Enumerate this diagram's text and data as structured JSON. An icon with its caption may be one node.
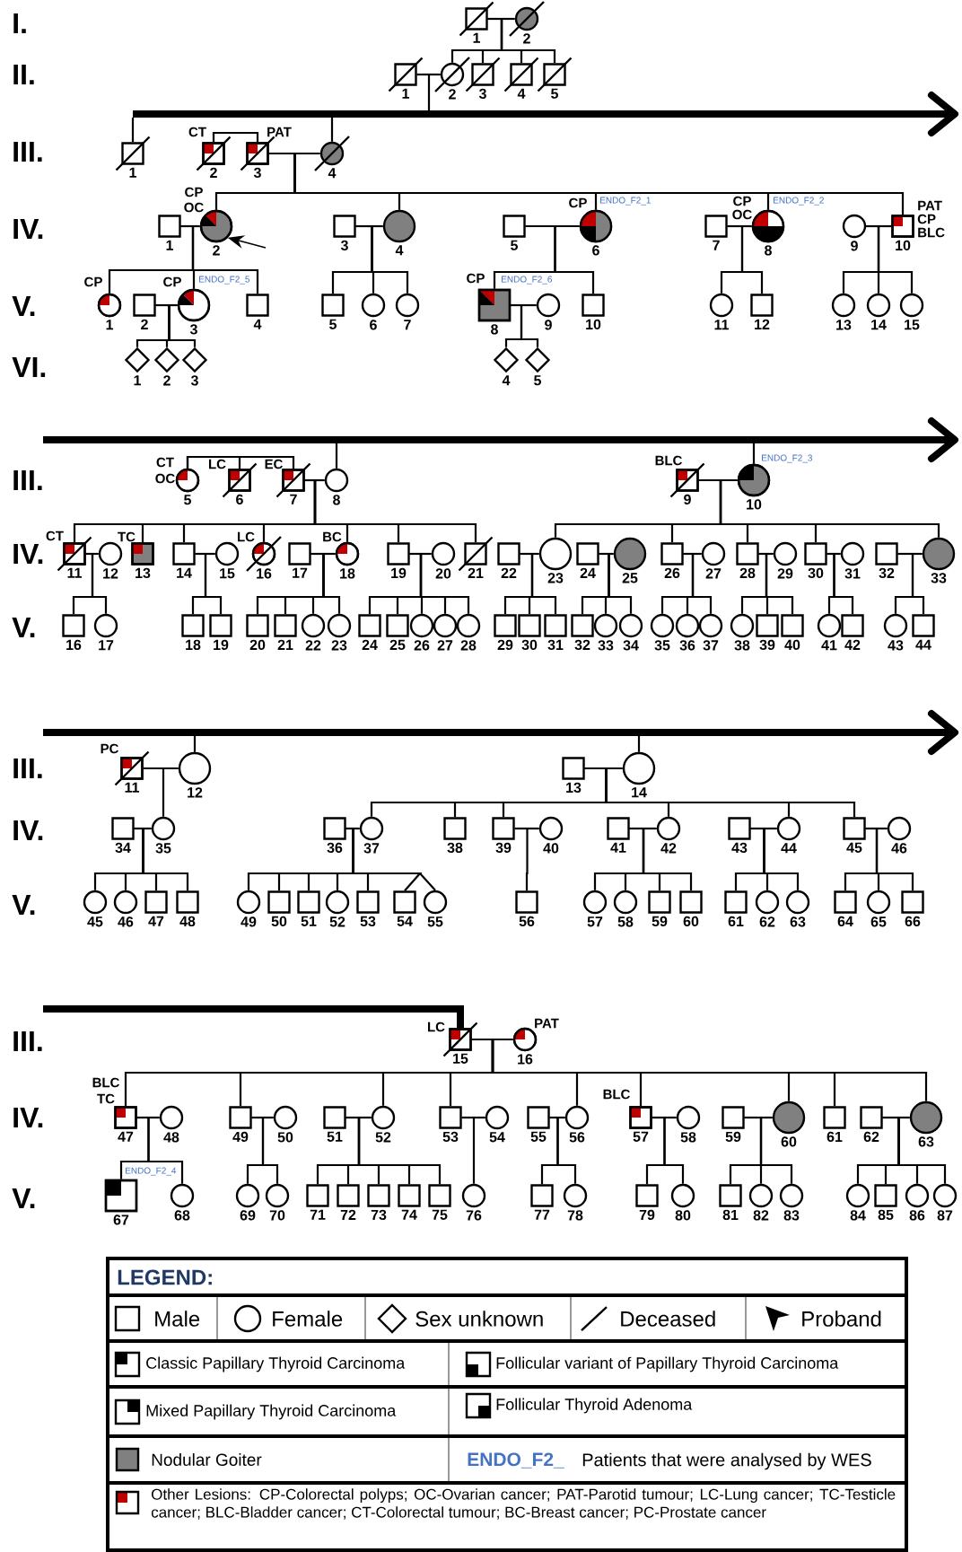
{
  "diagram": {
    "nodes": [
      {
        "text": [],
        "shape": "box",
        "beside": [
          "1"
        ]
      },
      {
        "text": [],
        "shape": "circle",
        "beside": [
          "2"
        ]
      },
      {
        "text": [],
        "shape": "box",
        "beside": [
          "1"
        ]
      },
      {
        "text": [],
        "shape": "circle",
        "beside": [
          "2"
        ]
      },
      {
        "text": [],
        "shape": "box",
        "beside": [
          "3"
        ]
      },
      {
        "text": [],
        "shape": "box",
        "beside": [
          "4"
        ]
      },
      {
        "text": [],
        "shape": "box",
        "beside": [
          "5"
        ]
      },
      {
        "text": [],
        "shape": "bar"
      },
      {
        "text": [],
        "shape": "box",
        "beside": [
          "1"
        ]
      },
      {
        "text": [],
        "shape": "box",
        "beside": [
          "2",
          "CT"
        ]
      },
      {
        "text": [],
        "shape": "box",
        "beside": [
          "3",
          "PAT"
        ]
      },
      {
        "text": [],
        "shape": "circle",
        "beside": [
          "4"
        ]
      },
      {
        "text": [],
        "shape": "box",
        "beside": [
          "1"
        ]
      },
      {
        "text": [],
        "shape": "circle",
        "beside": [
          "2",
          "CP",
          "OC"
        ]
      },
      {
        "text": [],
        "shape": "box",
        "beside": [
          "3"
        ]
      },
      {
        "text": [],
        "shape": "circle",
        "beside": [
          "4"
        ]
      },
      {
        "text": [],
        "shape": "box",
        "beside": [
          "5"
        ]
      },
      {
        "text": [],
        "shape": "circle",
        "beside": [
          "6",
          "CP",
          "ENDO_F2_1"
        ]
      },
      {
        "text": [],
        "shape": "box",
        "beside": [
          "7"
        ]
      },
      {
        "text": [],
        "shape": "circle",
        "beside": [
          "8",
          "CP",
          "OC",
          "ENDO_F2_2"
        ]
      },
      {
        "text": [],
        "shape": "circle",
        "beside": [
          "9"
        ]
      },
      {
        "text": [],
        "shape": "box",
        "beside": [
          "10",
          "PAT",
          "CP",
          "BLC"
        ]
      },
      {
        "text": [],
        "shape": "circle",
        "beside": [
          "1",
          "CP"
        ]
      },
      {
        "text": [],
        "shape": "box",
        "beside": [
          "2"
        ]
      },
      {
        "text": [],
        "shape": "circle",
        "beside": [
          "3",
          "CP",
          "ENDO_F2_5"
        ]
      },
      {
        "text": [],
        "shape": "box",
        "beside": [
          "4"
        ]
      },
      {
        "text": [],
        "shape": "box",
        "beside": [
          "5"
        ]
      },
      {
        "text": [],
        "shape": "circle",
        "beside": [
          "6"
        ]
      },
      {
        "text": [],
        "shape": "circle",
        "beside": [
          "7"
        ]
      },
      {
        "text": [],
        "shape": "box",
        "beside": [
          "8",
          "CP",
          "ENDO_F2_6"
        ]
      },
      {
        "text": [],
        "shape": "circle",
        "beside": [
          "9"
        ]
      },
      {
        "text": [],
        "shape": "box",
        "beside": [
          "10"
        ]
      },
      {
        "text": [],
        "shape": "circle",
        "beside": [
          "11"
        ]
      },
      {
        "text": [],
        "shape": "box",
        "beside": [
          "12"
        ]
      },
      {
        "text": [],
        "shape": "circle",
        "beside": [
          "13"
        ]
      },
      {
        "text": [],
        "shape": "circle",
        "beside": [
          "14"
        ]
      },
      {
        "text": [],
        "shape": "circle",
        "beside": [
          "15"
        ]
      },
      {
        "text": [],
        "shape": "diamond",
        "beside": [
          "1"
        ]
      },
      {
        "text": [],
        "shape": "diamond",
        "beside": [
          "2"
        ]
      },
      {
        "text": [],
        "shape": "diamond",
        "beside": [
          "3"
        ]
      },
      {
        "text": [],
        "shape": "diamond",
        "beside": [
          "4"
        ]
      },
      {
        "text": [],
        "shape": "diamond",
        "beside": [
          "5"
        ]
      },
      {
        "text": [],
        "shape": "bar"
      },
      {
        "text": [],
        "shape": "circle",
        "beside": [
          "5",
          "CT",
          "OC"
        ]
      },
      {
        "text": [],
        "shape": "box",
        "beside": [
          "6",
          "LC"
        ]
      },
      {
        "text": [],
        "shape": "box",
        "beside": [
          "7",
          "EC"
        ]
      },
      {
        "text": [],
        "shape": "circle",
        "beside": [
          "8"
        ]
      },
      {
        "text": [],
        "shape": "box",
        "beside": [
          "9",
          "BLC"
        ]
      },
      {
        "text": [],
        "shape": "circle",
        "beside": [
          "10",
          "ENDO_F2_3"
        ]
      },
      {
        "text": [],
        "shape": "box",
        "beside": [
          "11",
          "CT"
        ]
      },
      {
        "text": [],
        "shape": "circle",
        "beside": [
          "12"
        ]
      },
      {
        "text": [],
        "shape": "box",
        "beside": [
          "13",
          "TC"
        ]
      },
      {
        "text": [],
        "shape": "box",
        "beside": [
          "14"
        ]
      },
      {
        "text": [],
        "shape": "circle",
        "beside": [
          "15"
        ]
      },
      {
        "text": [],
        "shape": "circle",
        "beside": [
          "16",
          "LC"
        ]
      },
      {
        "text": [],
        "shape": "box",
        "beside": [
          "17"
        ]
      },
      {
        "text": [],
        "shape": "circle",
        "beside": [
          "18",
          "BC"
        ]
      },
      {
        "text": [],
        "shape": "box",
        "beside": [
          "19"
        ]
      },
      {
        "text": [],
        "shape": "circle",
        "beside": [
          "20"
        ]
      },
      {
        "text": [],
        "shape": "box",
        "beside": [
          "21"
        ]
      },
      {
        "text": [],
        "shape": "box",
        "beside": [
          "22"
        ]
      },
      {
        "text": [],
        "shape": "circle",
        "beside": [
          "23"
        ]
      },
      {
        "text": [],
        "shape": "box",
        "beside": [
          "24"
        ]
      },
      {
        "text": [],
        "shape": "circle",
        "beside": [
          "25"
        ]
      },
      {
        "text": [],
        "shape": "box",
        "beside": [
          "26"
        ]
      },
      {
        "text": [],
        "shape": "circle",
        "beside": [
          "27"
        ]
      },
      {
        "text": [],
        "shape": "box",
        "beside": [
          "28"
        ]
      },
      {
        "text": [],
        "shape": "circle",
        "beside": [
          "29"
        ]
      },
      {
        "text": [],
        "shape": "box",
        "beside": [
          "30"
        ]
      },
      {
        "text": [],
        "shape": "circle",
        "beside": [
          "31"
        ]
      },
      {
        "text": [],
        "shape": "box",
        "beside": [
          "32"
        ]
      },
      {
        "text": [],
        "shape": "circle",
        "beside": [
          "33"
        ]
      },
      {
        "text": [],
        "shape": "box",
        "beside": [
          "16"
        ]
      },
      {
        "text": [],
        "shape": "circle",
        "beside": [
          "17"
        ]
      },
      {
        "text": [],
        "shape": "box",
        "beside": [
          "18"
        ]
      },
      {
        "text": [],
        "shape": "box",
        "beside": [
          "19"
        ]
      },
      {
        "text": [],
        "shape": "box",
        "beside": [
          "20"
        ]
      },
      {
        "text": [],
        "shape": "box",
        "beside": [
          "21"
        ]
      },
      {
        "text": [],
        "shape": "circle",
        "beside": [
          "22"
        ]
      },
      {
        "text": [],
        "shape": "circle",
        "beside": [
          "23"
        ]
      },
      {
        "text": [],
        "shape": "box",
        "beside": [
          "24"
        ]
      },
      {
        "text": [],
        "shape": "box",
        "beside": [
          "25"
        ]
      },
      {
        "text": [],
        "shape": "circle",
        "beside": [
          "26"
        ]
      },
      {
        "text": [],
        "shape": "circle",
        "beside": [
          "27"
        ]
      },
      {
        "text": [],
        "shape": "circle",
        "beside": [
          "28"
        ]
      },
      {
        "text": [],
        "shape": "box",
        "beside": [
          "29"
        ]
      },
      {
        "text": [],
        "shape": "box",
        "beside": [
          "30"
        ]
      },
      {
        "text": [],
        "shape": "box",
        "beside": [
          "31"
        ]
      },
      {
        "text": [],
        "shape": "box",
        "beside": [
          "32"
        ]
      },
      {
        "text": [],
        "shape": "circle",
        "beside": [
          "33"
        ]
      },
      {
        "text": [],
        "shape": "circle",
        "beside": [
          "34"
        ]
      },
      {
        "text": [],
        "shape": "circle",
        "beside": [
          "35"
        ]
      },
      {
        "text": [],
        "shape": "circle",
        "beside": [
          "36"
        ]
      },
      {
        "text": [],
        "shape": "circle",
        "beside": [
          "37"
        ]
      },
      {
        "text": [],
        "shape": "circle",
        "beside": [
          "38"
        ]
      },
      {
        "text": [],
        "shape": "box",
        "beside": [
          "39"
        ]
      },
      {
        "text": [],
        "shape": "box",
        "beside": [
          "40"
        ]
      },
      {
        "text": [],
        "shape": "circle",
        "beside": [
          "41"
        ]
      },
      {
        "text": [],
        "shape": "box",
        "beside": [
          "42"
        ]
      },
      {
        "text": [],
        "shape": "circle",
        "beside": [
          "43"
        ]
      },
      {
        "text": [],
        "shape": "box",
        "beside": [
          "44"
        ]
      },
      {
        "text": [],
        "shape": "bar"
      },
      {
        "text": [],
        "shape": "box",
        "beside": [
          "11",
          "PC"
        ]
      },
      {
        "text": [],
        "shape": "circle",
        "beside": [
          "12"
        ]
      },
      {
        "text": [],
        "shape": "box",
        "beside": [
          "13"
        ]
      },
      {
        "text": [],
        "shape": "circle",
        "beside": [
          "14"
        ]
      },
      {
        "text": [],
        "shape": "box",
        "beside": [
          "34"
        ]
      },
      {
        "text": [],
        "shape": "circle",
        "beside": [
          "35"
        ]
      },
      {
        "text": [],
        "shape": "box",
        "beside": [
          "36"
        ]
      },
      {
        "text": [],
        "shape": "circle",
        "beside": [
          "37"
        ]
      },
      {
        "text": [],
        "shape": "box",
        "beside": [
          "38"
        ]
      },
      {
        "text": [],
        "shape": "box",
        "beside": [
          "39"
        ]
      },
      {
        "text": [],
        "shape": "circle",
        "beside": [
          "40"
        ]
      },
      {
        "text": [],
        "shape": "box",
        "beside": [
          "41"
        ]
      },
      {
        "text": [],
        "shape": "circle",
        "beside": [
          "42"
        ]
      },
      {
        "text": [],
        "shape": "box",
        "beside": [
          "43"
        ]
      },
      {
        "text": [],
        "shape": "circle",
        "beside": [
          "44"
        ]
      },
      {
        "text": [],
        "shape": "box",
        "beside": [
          "45"
        ]
      },
      {
        "text": [],
        "shape": "circle",
        "beside": [
          "46"
        ]
      },
      {
        "text": [],
        "shape": "circle",
        "beside": [
          "45"
        ]
      },
      {
        "text": [],
        "shape": "circle",
        "beside": [
          "46"
        ]
      },
      {
        "text": [],
        "shape": "box",
        "beside": [
          "47"
        ]
      },
      {
        "text": [],
        "shape": "box",
        "beside": [
          "48"
        ]
      },
      {
        "text": [],
        "shape": "circle",
        "beside": [
          "49"
        ]
      },
      {
        "text": [],
        "shape": "box",
        "beside": [
          "50"
        ]
      },
      {
        "text": [],
        "shape": "box",
        "beside": [
          "51"
        ]
      },
      {
        "text": [],
        "shape": "circle",
        "beside": [
          "52"
        ]
      },
      {
        "text": [],
        "shape": "box",
        "beside": [
          "53"
        ]
      },
      {
        "text": [],
        "shape": "box",
        "beside": [
          "54"
        ]
      },
      {
        "text": [],
        "shape": "circle",
        "beside": [
          "55"
        ]
      },
      {
        "text": [],
        "shape": "box",
        "beside": [
          "56"
        ]
      },
      {
        "text": [],
        "shape": "circle",
        "beside": [
          "57"
        ]
      },
      {
        "text": [],
        "shape": "circle",
        "beside": [
          "58"
        ]
      },
      {
        "text": [],
        "shape": "box",
        "beside": [
          "59"
        ]
      },
      {
        "text": [],
        "shape": "box",
        "beside": [
          "60"
        ]
      },
      {
        "text": [],
        "shape": "box",
        "beside": [
          "61"
        ]
      },
      {
        "text": [],
        "shape": "circle",
        "beside": [
          "62"
        ]
      },
      {
        "text": [],
        "shape": "circle",
        "beside": [
          "63"
        ]
      },
      {
        "text": [],
        "shape": "box",
        "beside": [
          "64"
        ]
      },
      {
        "text": [],
        "shape": "circle",
        "beside": [
          "65"
        ]
      },
      {
        "text": [],
        "shape": "box",
        "beside": [
          "66"
        ]
      },
      {
        "text": [],
        "shape": "bar"
      },
      {
        "text": [],
        "shape": "box",
        "beside": [
          "15",
          "LC"
        ]
      },
      {
        "text": [],
        "shape": "circle",
        "beside": [
          "16",
          "PAT"
        ]
      },
      {
        "text": [],
        "shape": "box",
        "beside": [
          "47",
          "BLC",
          "TC"
        ]
      },
      {
        "text": [],
        "shape": "circle",
        "beside": [
          "48"
        ]
      },
      {
        "text": [],
        "shape": "box",
        "beside": [
          "49"
        ]
      },
      {
        "text": [],
        "shape": "circle",
        "beside": [
          "50"
        ]
      },
      {
        "text": [],
        "shape": "box",
        "beside": [
          "51"
        ]
      },
      {
        "text": [],
        "shape": "circle",
        "beside": [
          "52"
        ]
      },
      {
        "text": [],
        "shape": "box",
        "beside": [
          "53"
        ]
      },
      {
        "text": [],
        "shape": "circle",
        "beside": [
          "54"
        ]
      },
      {
        "text": [],
        "shape": "box",
        "beside": [
          "55"
        ]
      },
      {
        "text": [],
        "shape": "circle",
        "beside": [
          "56"
        ]
      },
      {
        "text": [],
        "shape": "box",
        "beside": [
          "57",
          "BLC"
        ]
      },
      {
        "text": [],
        "shape": "circle",
        "beside": [
          "58"
        ]
      },
      {
        "text": [],
        "shape": "box",
        "beside": [
          "59"
        ]
      },
      {
        "text": [],
        "shape": "circle",
        "beside": [
          "60"
        ]
      },
      {
        "text": [],
        "shape": "box",
        "beside": [
          "61"
        ]
      },
      {
        "text": [],
        "shape": "box",
        "beside": [
          "62"
        ]
      },
      {
        "text": [],
        "shape": "circle",
        "beside": [
          "63"
        ]
      },
      {
        "text": [],
        "shape": "box",
        "beside": [
          "67",
          "ENDO_F2_4"
        ]
      },
      {
        "text": [],
        "shape": "circle",
        "beside": [
          "68"
        ]
      },
      {
        "text": [],
        "shape": "circle",
        "beside": [
          "69"
        ]
      },
      {
        "text": [],
        "shape": "circle",
        "beside": [
          "70"
        ]
      },
      {
        "text": [],
        "shape": "box",
        "beside": [
          "71"
        ]
      },
      {
        "text": [],
        "shape": "box",
        "beside": [
          "72"
        ]
      },
      {
        "text": [],
        "shape": "box",
        "beside": [
          "73"
        ]
      },
      {
        "text": [],
        "shape": "box",
        "beside": [
          "74"
        ]
      },
      {
        "text": [],
        "shape": "box",
        "beside": [
          "75"
        ]
      },
      {
        "text": [],
        "shape": "circle",
        "beside": [
          "76"
        ]
      },
      {
        "text": [],
        "shape": "box",
        "beside": [
          "77"
        ]
      },
      {
        "text": [],
        "shape": "circle",
        "beside": [
          "78"
        ]
      },
      {
        "text": [],
        "shape": "box",
        "beside": [
          "79"
        ]
      },
      {
        "text": [],
        "shape": "circle",
        "beside": [
          "80"
        ]
      },
      {
        "text": [],
        "shape": "box",
        "beside": [
          "81"
        ]
      },
      {
        "text": [],
        "shape": "circle",
        "beside": [
          "82"
        ]
      },
      {
        "text": [],
        "shape": "circle",
        "beside": [
          "83"
        ]
      },
      {
        "text": [],
        "shape": "circle",
        "beside": [
          "84"
        ]
      },
      {
        "text": [],
        "shape": "box",
        "beside": [
          "85"
        ]
      },
      {
        "text": [],
        "shape": "circle",
        "beside": [
          "86"
        ]
      },
      {
        "text": [],
        "shape": "circle",
        "beside": [
          "87"
        ]
      }
    ],
    "edges": [
      {
        "from": 0,
        "to": 1,
        "arrow": "none"
      },
      {
        "from": 0,
        "to": 3,
        "arrow": "none"
      },
      {
        "from": 0,
        "to": 4,
        "arrow": "none"
      },
      {
        "from": 0,
        "to": 5,
        "arrow": "none"
      },
      {
        "from": 0,
        "to": 6,
        "arrow": "none"
      },
      {
        "from": 2,
        "to": 3,
        "arrow": "none"
      },
      {
        "from": 2,
        "to": 7,
        "arrow": "none"
      },
      {
        "from": 7,
        "to": 8,
        "arrow": "none"
      },
      {
        "from": 7,
        "to": 11,
        "arrow": "none"
      },
      {
        "from": 9,
        "to": 10,
        "arrow": "none"
      },
      {
        "from": 10,
        "to": 11,
        "arrow": "none"
      },
      {
        "from": 10,
        "to": 13,
        "arrow": "none"
      },
      {
        "from": 10,
        "to": 15,
        "arrow": "none"
      },
      {
        "from": 10,
        "to": 17,
        "arrow": "none"
      },
      {
        "from": 10,
        "to": 19,
        "arrow": "none"
      },
      {
        "from": 10,
        "to": 21,
        "arrow": "none"
      },
      {
        "from": 12,
        "to": 13,
        "arrow": "none"
      },
      {
        "from": 12,
        "to": 22,
        "arrow": "none"
      },
      {
        "from": 12,
        "to": 24,
        "arrow": "none"
      },
      {
        "from": 12,
        "to": 25,
        "arrow": "none"
      },
      {
        "from": 14,
        "to": 15,
        "arrow": "none"
      },
      {
        "from": 14,
        "to": 26,
        "arrow": "none"
      },
      {
        "from": 14,
        "to": 27,
        "arrow": "none"
      },
      {
        "from": 14,
        "to": 28,
        "arrow": "none"
      },
      {
        "from": 16,
        "to": 17,
        "arrow": "none"
      },
      {
        "from": 16,
        "to": 29,
        "arrow": "none"
      },
      {
        "from": 16,
        "to": 31,
        "arrow": "none"
      },
      {
        "from": 18,
        "to": 19,
        "arrow": "none"
      },
      {
        "from": 18,
        "to": 32,
        "arrow": "none"
      },
      {
        "from": 18,
        "to": 33,
        "arrow": "none"
      },
      {
        "from": 20,
        "to": 21,
        "arrow": "none"
      },
      {
        "from": 20,
        "to": 34,
        "arrow": "none"
      },
      {
        "from": 20,
        "to": 35,
        "arrow": "none"
      },
      {
        "from": 20,
        "to": 36,
        "arrow": "none"
      },
      {
        "from": 23,
        "to": 24,
        "arrow": "none"
      },
      {
        "from": 23,
        "to": 37,
        "arrow": "none"
      },
      {
        "from": 23,
        "to": 38,
        "arrow": "none"
      },
      {
        "from": 23,
        "to": 39,
        "arrow": "none"
      },
      {
        "from": 29,
        "to": 30,
        "arrow": "none"
      },
      {
        "from": 29,
        "to": 40,
        "arrow": "none"
      },
      {
        "from": 29,
        "to": 41,
        "arrow": "none"
      },
      {
        "from": null,
        "to": 13,
        "arrow": "to"
      },
      {
        "from": 42,
        "to": 46,
        "arrow": "none"
      },
      {
        "from": 42,
        "to": 48,
        "arrow": "none"
      },
      {
        "from": 43,
        "to": 45,
        "arrow": "none"
      },
      {
        "from": 43,
        "to": 44,
        "arrow": "none"
      },
      {
        "from": 45,
        "to": 46,
        "arrow": "none"
      },
      {
        "from": 45,
        "to": 49,
        "arrow": "none"
      },
      {
        "from": 45,
        "to": 51,
        "arrow": "none"
      },
      {
        "from": 45,
        "to": 52,
        "arrow": "none"
      },
      {
        "from": 45,
        "to": 54,
        "arrow": "none"
      },
      {
        "from": 45,
        "to": 56,
        "arrow": "none"
      },
      {
        "from": 45,
        "to": 57,
        "arrow": "none"
      },
      {
        "from": 45,
        "to": 59,
        "arrow": "none"
      },
      {
        "from": 47,
        "to": 48,
        "arrow": "none"
      },
      {
        "from": 47,
        "to": 61,
        "arrow": "none"
      },
      {
        "from": 47,
        "to": 64,
        "arrow": "none"
      },
      {
        "from": 47,
        "to": 66,
        "arrow": "none"
      },
      {
        "from": 47,
        "to": 68,
        "arrow": "none"
      },
      {
        "from": 47,
        "to": 71,
        "arrow": "none"
      },
      {
        "from": 49,
        "to": 50,
        "arrow": "none"
      },
      {
        "from": 49,
        "to": 72,
        "arrow": "none"
      },
      {
        "from": 49,
        "to": 73,
        "arrow": "none"
      },
      {
        "from": 52,
        "to": 53,
        "arrow": "none"
      },
      {
        "from": 52,
        "to": 74,
        "arrow": "none"
      },
      {
        "from": 52,
        "to": 75,
        "arrow": "none"
      },
      {
        "from": 55,
        "to": 56,
        "arrow": "none"
      },
      {
        "from": 55,
        "to": 76,
        "arrow": "none"
      },
      {
        "from": 55,
        "to": 77,
        "arrow": "none"
      },
      {
        "from": 55,
        "to": 78,
        "arrow": "none"
      },
      {
        "from": 55,
        "to": 79,
        "arrow": "none"
      },
      {
        "from": 57,
        "to": 58,
        "arrow": "none"
      },
      {
        "from": 57,
        "to": 80,
        "arrow": "none"
      },
      {
        "from": 57,
        "to": 81,
        "arrow": "none"
      },
      {
        "from": 57,
        "to": 82,
        "arrow": "none"
      },
      {
        "from": 57,
        "to": 83,
        "arrow": "none"
      },
      {
        "from": 57,
        "to": 84,
        "arrow": "none"
      },
      {
        "from": 60,
        "to": 61,
        "arrow": "none"
      },
      {
        "from": 60,
        "to": 85,
        "arrow": "none"
      },
      {
        "from": 60,
        "to": 86,
        "arrow": "none"
      },
      {
        "from": 60,
        "to": 87,
        "arrow": "none"
      },
      {
        "from": 62,
        "to": 63,
        "arrow": "none"
      },
      {
        "from": 62,
        "to": 88,
        "arrow": "none"
      },
      {
        "from": 62,
        "to": 89,
        "arrow": "none"
      },
      {
        "from": 62,
        "to": 90,
        "arrow": "none"
      },
      {
        "from": 64,
        "to": 65,
        "arrow": "none"
      },
      {
        "from": 64,
        "to": 91,
        "arrow": "none"
      },
      {
        "from": 64,
        "to": 92,
        "arrow": "none"
      },
      {
        "from": 64,
        "to": 93,
        "arrow": "none"
      },
      {
        "from": 66,
        "to": 67,
        "arrow": "none"
      },
      {
        "from": 66,
        "to": 94,
        "arrow": "none"
      },
      {
        "from": 66,
        "to": 95,
        "arrow": "none"
      },
      {
        "from": 66,
        "to": 96,
        "arrow": "none"
      },
      {
        "from": 68,
        "to": 69,
        "arrow": "none"
      },
      {
        "from": 68,
        "to": 97,
        "arrow": "none"
      },
      {
        "from": 68,
        "to": 98,
        "arrow": "none"
      },
      {
        "from": 70,
        "to": 71,
        "arrow": "none"
      },
      {
        "from": 70,
        "to": 99,
        "arrow": "none"
      },
      {
        "from": 70,
        "to": 100,
        "arrow": "none"
      },
      {
        "from": 101,
        "to": 103,
        "arrow": "none"
      },
      {
        "from": 101,
        "to": 105,
        "arrow": "none"
      },
      {
        "from": 102,
        "to": 103,
        "arrow": "none"
      },
      {
        "from": 102,
        "to": 107,
        "arrow": "none"
      },
      {
        "from": 104,
        "to": 105,
        "arrow": "none"
      },
      {
        "from": 104,
        "to": 109,
        "arrow": "none"
      },
      {
        "from": 104,
        "to": 110,
        "arrow": "none"
      },
      {
        "from": 104,
        "to": 111,
        "arrow": "none"
      },
      {
        "from": 104,
        "to": 114,
        "arrow": "none"
      },
      {
        "from": 104,
        "to": 116,
        "arrow": "none"
      },
      {
        "from": 104,
        "to": 117,
        "arrow": "none"
      },
      {
        "from": 106,
        "to": 107,
        "arrow": "none"
      },
      {
        "from": 106,
        "to": 119,
        "arrow": "none"
      },
      {
        "from": 106,
        "to": 120,
        "arrow": "none"
      },
      {
        "from": 106,
        "to": 121,
        "arrow": "none"
      },
      {
        "from": 106,
        "to": 122,
        "arrow": "none"
      },
      {
        "from": 108,
        "to": 109,
        "arrow": "none"
      },
      {
        "from": 108,
        "to": 123,
        "arrow": "none"
      },
      {
        "from": 108,
        "to": 124,
        "arrow": "none"
      },
      {
        "from": 108,
        "to": 125,
        "arrow": "none"
      },
      {
        "from": 108,
        "to": 126,
        "arrow": "none"
      },
      {
        "from": 108,
        "to": 127,
        "arrow": "none"
      },
      {
        "from": 108,
        "to": 128,
        "arrow": "none"
      },
      {
        "from": 108,
        "to": 129,
        "arrow": "none"
      },
      {
        "from": 111,
        "to": 112,
        "arrow": "none"
      },
      {
        "from": 111,
        "to": 130,
        "arrow": "none"
      },
      {
        "from": 113,
        "to": 114,
        "arrow": "none"
      },
      {
        "from": 113,
        "to": 131,
        "arrow": "none"
      },
      {
        "from": 113,
        "to": 132,
        "arrow": "none"
      },
      {
        "from": 113,
        "to": 133,
        "arrow": "none"
      },
      {
        "from": 113,
        "to": 134,
        "arrow": "none"
      },
      {
        "from": 115,
        "to": 116,
        "arrow": "none"
      },
      {
        "from": 115,
        "to": 135,
        "arrow": "none"
      },
      {
        "from": 115,
        "to": 136,
        "arrow": "none"
      },
      {
        "from": 115,
        "to": 137,
        "arrow": "none"
      },
      {
        "from": 117,
        "to": 118,
        "arrow": "none"
      },
      {
        "from": 117,
        "to": 138,
        "arrow": "none"
      },
      {
        "from": 117,
        "to": 139,
        "arrow": "none"
      },
      {
        "from": 117,
        "to": 140,
        "arrow": "none"
      },
      {
        "from": 141,
        "to": 142,
        "arrow": "none",
        "style": "thick"
      },
      {
        "from": 142,
        "to": 143,
        "arrow": "none"
      },
      {
        "from": 142,
        "to": 144,
        "arrow": "none"
      },
      {
        "from": 142,
        "to": 146,
        "arrow": "none"
      },
      {
        "from": 142,
        "to": 149,
        "arrow": "none"
      },
      {
        "from": 142,
        "to": 150,
        "arrow": "none"
      },
      {
        "from": 142,
        "to": 153,
        "arrow": "none"
      },
      {
        "from": 142,
        "to": 154,
        "arrow": "none"
      },
      {
        "from": 142,
        "to": 157,
        "arrow": "none"
      },
      {
        "from": 142,
        "to": 158,
        "arrow": "none"
      },
      {
        "from": 142,
        "to": 160,
        "arrow": "none"
      },
      {
        "from": 144,
        "to": 145,
        "arrow": "none"
      },
      {
        "from": 144,
        "to": 161,
        "arrow": "none"
      },
      {
        "from": 144,
        "to": 162,
        "arrow": "none"
      },
      {
        "from": 146,
        "to": 147,
        "arrow": "none"
      },
      {
        "from": 146,
        "to": 163,
        "arrow": "none"
      },
      {
        "from": 146,
        "to": 164,
        "arrow": "none"
      },
      {
        "from": 148,
        "to": 149,
        "arrow": "none"
      },
      {
        "from": 148,
        "to": 165,
        "arrow": "none"
      },
      {
        "from": 148,
        "to": 166,
        "arrow": "none"
      },
      {
        "from": 148,
        "to": 167,
        "arrow": "none"
      },
      {
        "from": 148,
        "to": 168,
        "arrow": "none"
      },
      {
        "from": 148,
        "to": 169,
        "arrow": "none"
      },
      {
        "from": 150,
        "to": 151,
        "arrow": "none"
      },
      {
        "from": 150,
        "to": 170,
        "arrow": "none"
      },
      {
        "from": 152,
        "to": 153,
        "arrow": "none"
      },
      {
        "from": 152,
        "to": 171,
        "arrow": "none"
      },
      {
        "from": 152,
        "to": 172,
        "arrow": "none"
      },
      {
        "from": 154,
        "to": 155,
        "arrow": "none"
      },
      {
        "from": 154,
        "to": 173,
        "arrow": "none"
      },
      {
        "from": 154,
        "to": 174,
        "arrow": "none"
      },
      {
        "from": 156,
        "to": 157,
        "arrow": "none"
      },
      {
        "from": 156,
        "to": 175,
        "arrow": "none"
      },
      {
        "from": 156,
        "to": 176,
        "arrow": "none"
      },
      {
        "from": 156,
        "to": 177,
        "arrow": "none"
      },
      {
        "from": 159,
        "to": 160,
        "arrow": "none"
      },
      {
        "from": 159,
        "to": 178,
        "arrow": "none"
      },
      {
        "from": 159,
        "to": 179,
        "arrow": "none"
      },
      {
        "from": 159,
        "to": 180,
        "arrow": "none"
      },
      {
        "from": 159,
        "to": 181,
        "arrow": "none"
      }
    ],
    "labels": [
      "I.",
      "II.",
      "III.",
      "IV.",
      "V.",
      "VI.",
      "III.",
      "IV.",
      "V.",
      "III.",
      "IV.",
      "V.",
      "III.",
      "IV.",
      "V.",
      "LEGEND:",
      "ENDO_F2_"
    ],
    "legend": [
      {
        "text": "Male"
      },
      {
        "text": "Female"
      },
      {
        "text": "Sex unknown"
      },
      {
        "text": "Deceased"
      },
      {
        "text": "Proband"
      },
      {
        "text": "Classic Papillary Thyroid Carcinoma"
      },
      {
        "text": "Follicular variant of Papillary Thyroid Carcinoma"
      },
      {
        "text": "Mixed Papillary Thyroid Carcinoma"
      },
      {
        "text": "Follicular Thyroid Adenoma"
      },
      {
        "text": "Nodular Goiter",
        "color": "#808080"
      },
      {
        "text": "Patients that were analysed by WES"
      },
      {
        "text": "Other Lesions: CP-Colorectal polyps; OC-Ovarian cancer; PAT-Parotid tumour; LC-Lung cancer; TC-Testicle cancer; BLC-Bladder cancer; CT-Colorectal tumour; BC-Breast cancer; PC-Prostate cancer"
      }
    ]
  }
}
